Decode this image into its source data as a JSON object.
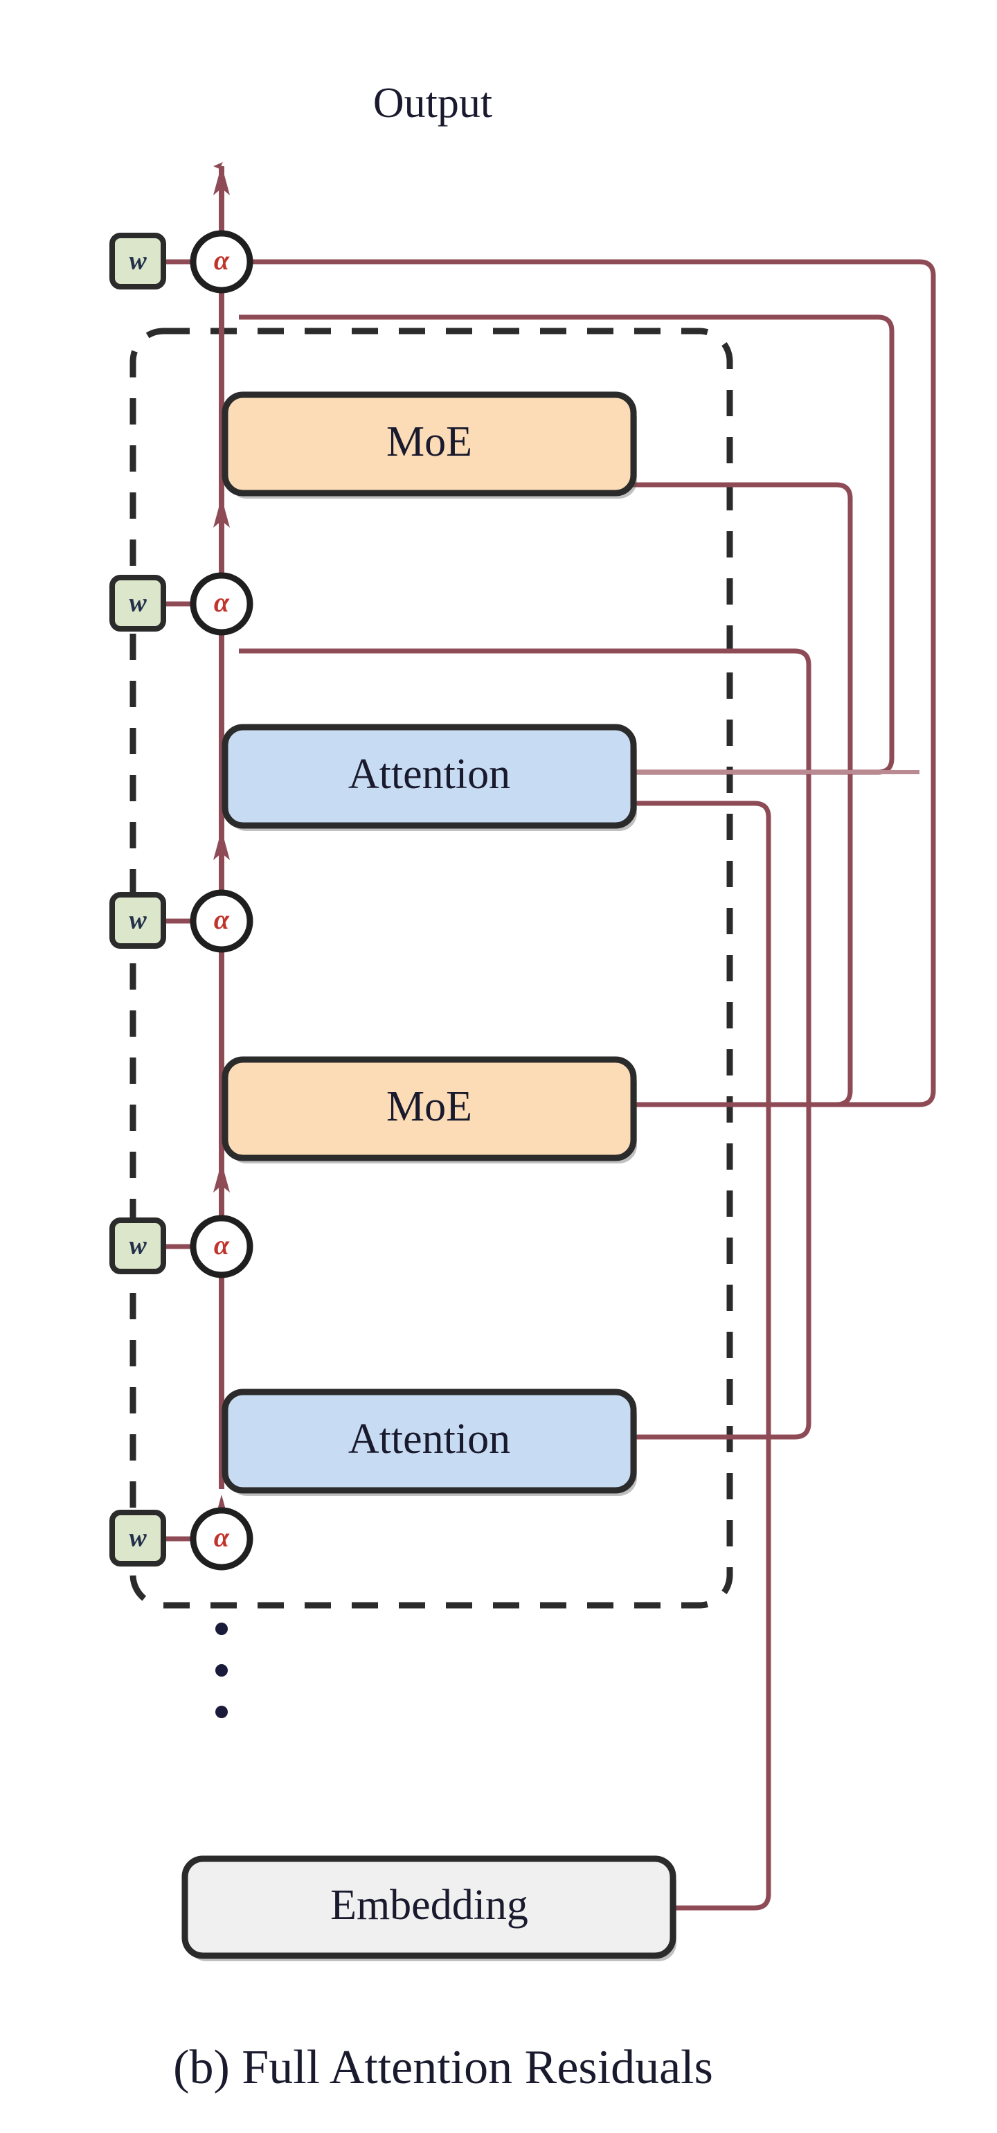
{
  "figure": {
    "caption": "(b) Full Attention Residuals",
    "output_label": "Output",
    "ellipsis_glyph": "⋮"
  },
  "colors": {
    "moe_fill": "#FBDCB6",
    "attention_fill": "#C7DBF2",
    "embedding_fill": "#F0F0F0",
    "weight_fill": "#DCE6CB",
    "block_stroke": "#2B2B2B",
    "wire": "#8E4B56",
    "wire_light": "#B98A92",
    "alpha_text": "#C0342B",
    "dashed_stroke": "#2B2B2B",
    "text": "#1A1A2E",
    "background": "#FFFFFF"
  },
  "blocks": [
    {
      "id": "moe-top",
      "label": "MoE",
      "type": "moe",
      "fill": "#FBDCB6"
    },
    {
      "id": "attention-top",
      "label": "Attention",
      "type": "attention",
      "fill": "#C7DBF2"
    },
    {
      "id": "moe-bottom",
      "label": "MoE",
      "type": "moe",
      "fill": "#FBDCB6"
    },
    {
      "id": "attention-bottom",
      "label": "Attention",
      "type": "attention",
      "fill": "#C7DBF2"
    },
    {
      "id": "embedding",
      "label": "Embedding",
      "type": "embedding",
      "fill": "#F0F0F0"
    }
  ],
  "weight_nodes": [
    {
      "id": "w-1",
      "label": "w"
    },
    {
      "id": "w-2",
      "label": "w"
    },
    {
      "id": "w-3",
      "label": "w"
    },
    {
      "id": "w-4",
      "label": "w"
    },
    {
      "id": "w-5",
      "label": "w"
    }
  ],
  "alpha_nodes": [
    {
      "id": "alpha-1",
      "label": "α"
    },
    {
      "id": "alpha-2",
      "label": "α"
    },
    {
      "id": "alpha-3",
      "label": "α"
    },
    {
      "id": "alpha-4",
      "label": "α"
    },
    {
      "id": "alpha-5",
      "label": "α"
    }
  ],
  "dashed_region": {
    "label": "repeated-layer-stack"
  }
}
